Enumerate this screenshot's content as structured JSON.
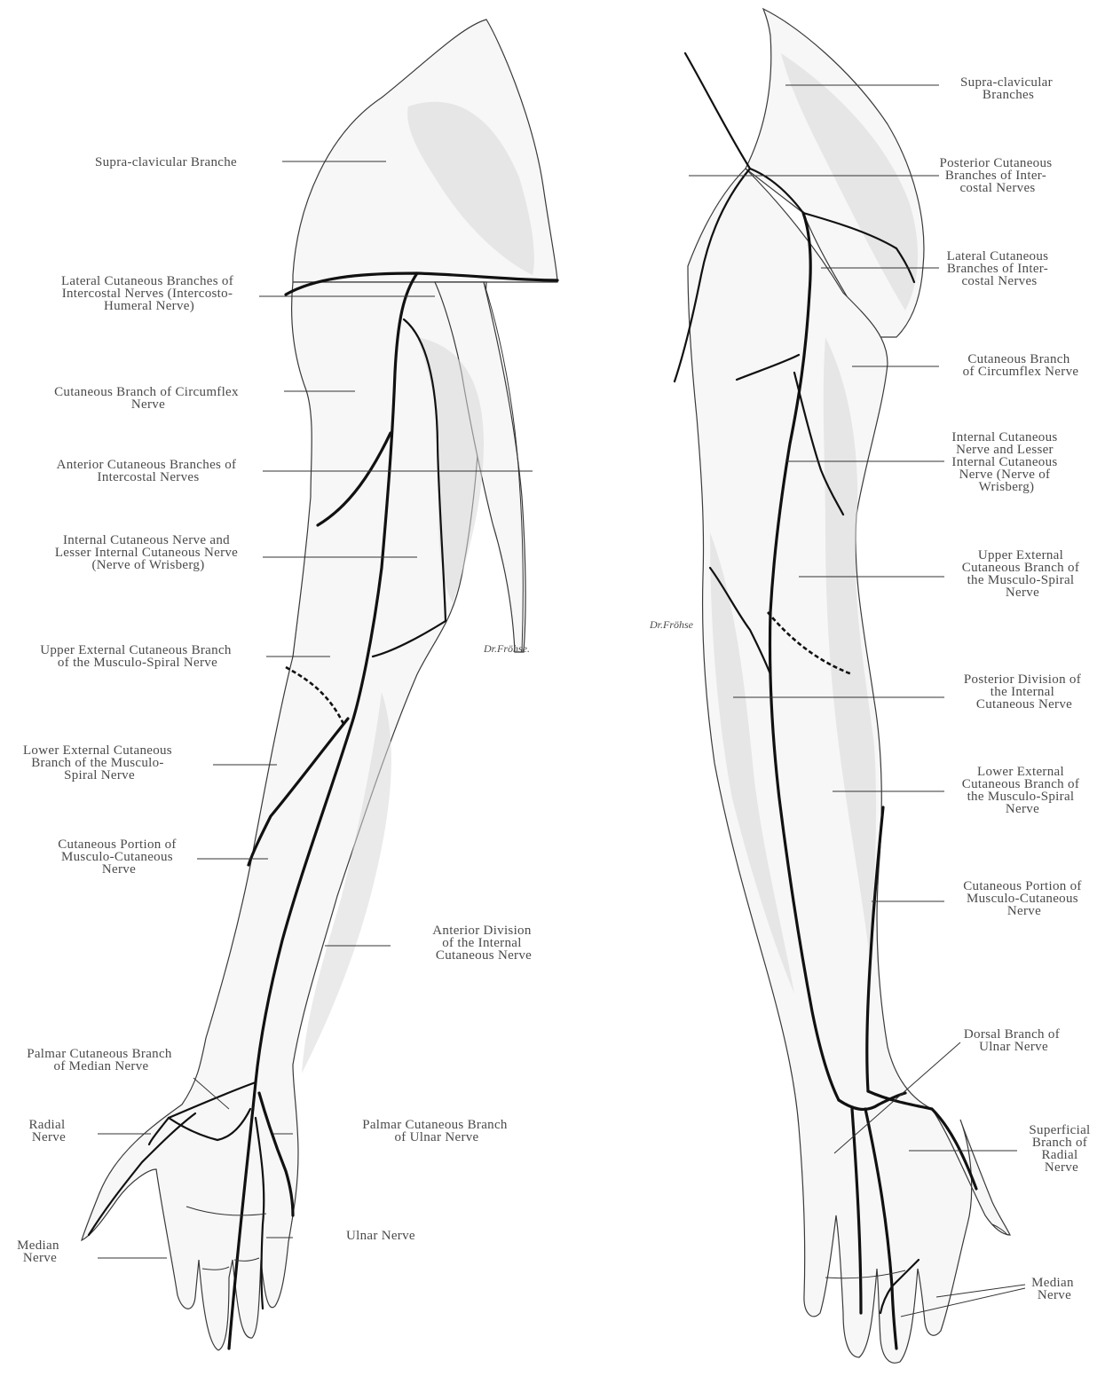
{
  "figure": {
    "signature_left": "Dr.Fröhse.",
    "signature_right": "Dr.Fröhse"
  },
  "anterior_view": {
    "labels": [
      {
        "lines": [
          "Supra-clavicular Branche"
        ]
      },
      {
        "lines": [
          "Lateral Cutaneous Branches of",
          "Intercostal Nerves (Intercosto-",
          "Humeral Nerve)"
        ]
      },
      {
        "lines": [
          "Cutaneous Branch of Circumflex",
          "Nerve"
        ]
      },
      {
        "lines": [
          "Anterior Cutaneous Branches of",
          "Intercostal Nerves"
        ]
      },
      {
        "lines": [
          "Internal Cutaneous Nerve and",
          "Lesser Internal Cutaneous Nerve",
          "(Nerve of Wrisberg)"
        ]
      },
      {
        "lines": [
          "Upper External Cutaneous Branch",
          "of the Musculo-Spiral Nerve"
        ]
      },
      {
        "lines": [
          "Lower External Cutaneous",
          "Branch of the Musculo-",
          "Spiral Nerve"
        ]
      },
      {
        "lines": [
          "Cutaneous Portion of",
          "Musculo-Cutaneous",
          "Nerve"
        ]
      },
      {
        "lines": [
          "Anterior Division",
          "of the Internal",
          "Cutaneous Nerve"
        ]
      },
      {
        "lines": [
          "Palmar Cutaneous Branch",
          "of Median Nerve"
        ]
      },
      {
        "lines": [
          "Radial",
          "Nerve"
        ]
      },
      {
        "lines": [
          "Palmar Cutaneous Branch",
          "of Ulnar Nerve"
        ]
      },
      {
        "lines": [
          "Median",
          "Nerve"
        ]
      },
      {
        "lines": [
          "Ulnar Nerve"
        ]
      }
    ]
  },
  "posterior_view": {
    "labels": [
      {
        "lines": [
          "Supra-clavicular",
          "Branches"
        ]
      },
      {
        "lines": [
          "Posterior Cutaneous",
          "Branches of Inter-",
          "costal Nerves"
        ]
      },
      {
        "lines": [
          "Lateral Cutaneous",
          "Branches of Inter-",
          "costal Nerves"
        ]
      },
      {
        "lines": [
          "Cutaneous Branch",
          "of Circumflex Nerve"
        ]
      },
      {
        "lines": [
          "Internal Cutaneous",
          "Nerve and Lesser",
          "Internal Cutaneous",
          "Nerve (Nerve of",
          "Wrisberg)"
        ]
      },
      {
        "lines": [
          "Upper External",
          "Cutaneous Branch of",
          "the Musculo-Spiral",
          "Nerve"
        ]
      },
      {
        "lines": [
          "Posterior Division of",
          "the Internal",
          "Cutaneous Nerve"
        ]
      },
      {
        "lines": [
          "Lower External",
          "Cutaneous Branch of",
          "the Musculo-Spiral",
          "Nerve"
        ]
      },
      {
        "lines": [
          "Cutaneous Portion of",
          "Musculo-Cutaneous",
          "Nerve"
        ]
      },
      {
        "lines": [
          "Dorsal Branch of",
          "Ulnar Nerve"
        ]
      },
      {
        "lines": [
          "Superficial",
          "Branch of",
          "Radial",
          "Nerve"
        ]
      },
      {
        "lines": [
          "Median",
          "Nerve"
        ]
      }
    ]
  }
}
